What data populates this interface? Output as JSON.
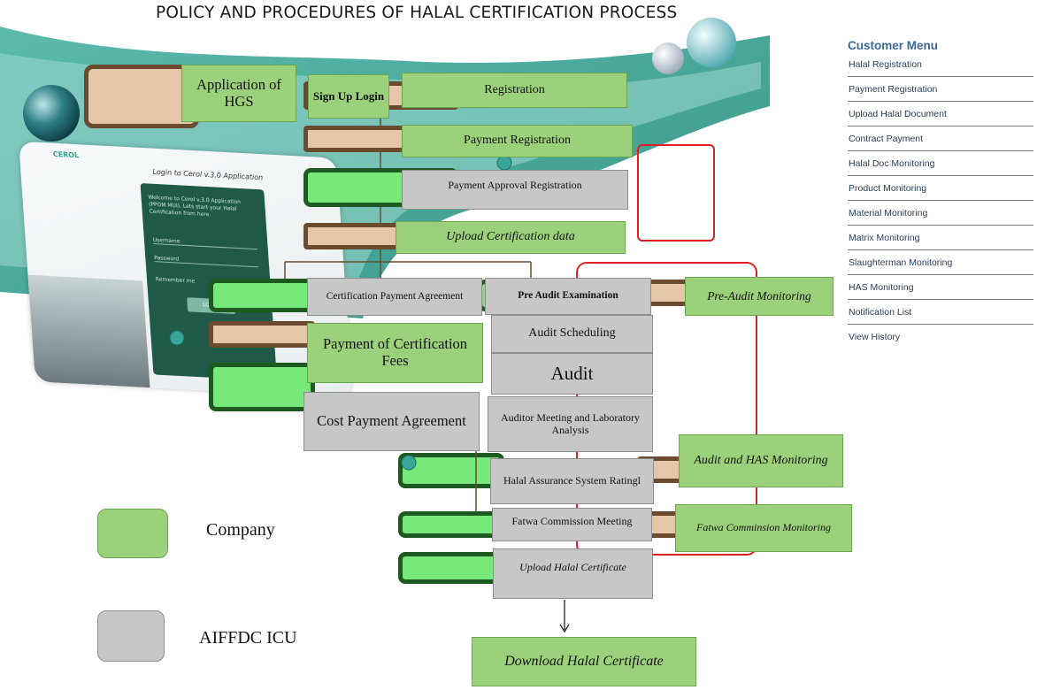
{
  "title": "POLICY AND PROCEDURES OF HALAL CERTIFICATION PROCESS",
  "login_screen": {
    "brand": "CEROL",
    "heading": "Login to Cerol v.3.0 Application",
    "welcome": "Welcome to Cerol v.3.0 Application (PPOM MUI). Lets start your Halal Certification from here.",
    "username_placeholder": "Username",
    "password_placeholder": "Password",
    "remember": "Remember me",
    "login_button": "LOGIN"
  },
  "steps": {
    "application": "Application of HGS",
    "signup": "Sign Up Login",
    "registration": "Registration",
    "payment_registration": "Payment Registration",
    "payment_approval": "Payment Approval Registration",
    "upload_cert_data": "Upload Certification data",
    "cert_payment_agreement": "Certification Payment Agreement",
    "pre_audit_exam": "Pre Audit Examination",
    "pre_audit_monitoring": "Pre-Audit Monitoring",
    "payment_cert_fees": "Payment of Certification Fees",
    "audit_scheduling": "Audit Scheduling",
    "audit": "Audit",
    "cost_payment_agreement": "Cost Payment Agreement",
    "auditor_meeting": "Auditor Meeting and Laboratory Analysis",
    "audit_has_monitoring": "Audit and HAS Monitoring",
    "has_rating": "Halal Assurance System Ratingl",
    "fatwa_meeting": "Fatwa Commission Meeting",
    "fatwa_monitoring": "Fatwa Comminsion Monitoring",
    "upload_halal_cert": "Upload Halal Certificate",
    "download_halal_cert": "Download Halal Certificate"
  },
  "menu": {
    "title": "Customer Menu",
    "items": [
      "Halal Registration",
      "Payment Registration",
      "Upload Halal Document",
      "Contract Payment",
      "Halal Doc Monitoring",
      "Product Monitoring",
      "Material Monitoring",
      "Matrix Monitoring",
      "Slaughterman Monitoring",
      "HAS Monitoring",
      "Notification List",
      "View History"
    ]
  },
  "legend": {
    "company": "Company",
    "aiffdc": "AIFFDC ICU"
  },
  "colors": {
    "company_green": "#9bd17a",
    "aiffdc_gray": "#c7c7c7",
    "teal_background": "#2e9f8e",
    "monitor_outline": "#e02020"
  }
}
